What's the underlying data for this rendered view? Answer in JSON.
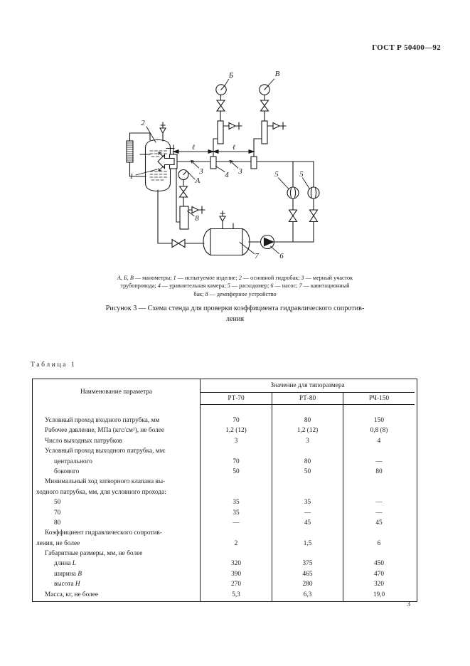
{
  "page": {
    "header": "ГОСТ Р 50400—92",
    "number": "3"
  },
  "figure": {
    "title1": "Рисунок 3 — Схема стенда для проверки коэффициента гидравлического сопротив-",
    "title2": "ления",
    "caption": {
      "lines": [
        [
          {
            "i": true,
            "t": "А, Б, В"
          },
          {
            "t": " — манометры; "
          },
          {
            "i": true,
            "t": "1"
          },
          {
            "t": " — испытуемое изделие; "
          },
          {
            "i": true,
            "t": "2"
          },
          {
            "t": " — основной гидробак; "
          },
          {
            "i": true,
            "t": "3"
          },
          {
            "t": " — мерный участок"
          }
        ],
        [
          {
            "t": "трубопровода; "
          },
          {
            "i": true,
            "t": "4"
          },
          {
            "t": " — уравнительная камера; "
          },
          {
            "i": true,
            "t": "5"
          },
          {
            "t": " — расходомер; "
          },
          {
            "i": true,
            "t": "6"
          },
          {
            "t": " — насос; "
          },
          {
            "i": true,
            "t": "7"
          },
          {
            "t": " — кавитационный"
          }
        ],
        [
          {
            "t": "бак; "
          },
          {
            "i": true,
            "t": "8"
          },
          {
            "t": " — демпферное устройство"
          }
        ]
      ]
    }
  },
  "diagram": {
    "labels": {
      "l1": "1",
      "l2": "2",
      "l3a": "3",
      "l3b": "3",
      "l4": "4",
      "l5a": "5",
      "l5b": "5",
      "l6": "6",
      "l7": "7",
      "l8": "8",
      "la": "А",
      "lb": "Б",
      "lv": "В",
      "dim1": "ℓ",
      "dim2": "ℓ"
    }
  },
  "table": {
    "label": "Таблица 1",
    "col1_header": "Наименование параметра",
    "group_header": "Значение для типоразмера",
    "size_headers": [
      "РТ-70",
      "РТ-80",
      "РЧ-150"
    ],
    "rows": [
      {
        "text": "Условный проход входного патрубка, мм",
        "indent": 1,
        "values": [
          "70",
          "80",
          "150"
        ]
      },
      {
        "text": "Рабочее давление, МПа (кгс/см²), не более",
        "indent": 1,
        "values": [
          "1,2 (12)",
          "1,2 (12)",
          "0,8 (8)"
        ]
      },
      {
        "text": "Число выходных патрубков",
        "indent": 1,
        "values": [
          "3",
          "3",
          "4"
        ]
      },
      {
        "text": "Условный проход выходного патрубка, мм:",
        "indent": 1,
        "values": [
          "",
          "",
          ""
        ]
      },
      {
        "text": "центрального",
        "indent": 2,
        "values": [
          "70",
          "80",
          "—"
        ]
      },
      {
        "text": "бокового",
        "indent": 2,
        "values": [
          "50",
          "50",
          "80"
        ]
      },
      {
        "text": "Минимальный ход затворного клапана вы-",
        "indent": 1,
        "values": [
          "",
          "",
          ""
        ]
      },
      {
        "text": "ходного патрубка, мм, для условного прохода:",
        "indent": 0,
        "values": [
          "",
          "",
          ""
        ]
      },
      {
        "text": "50",
        "indent": 2,
        "values": [
          "35",
          "35",
          "—"
        ]
      },
      {
        "text": "70",
        "indent": 2,
        "values": [
          "35",
          "—",
          "—"
        ]
      },
      {
        "text": "80",
        "indent": 2,
        "values": [
          "—",
          "45",
          "45"
        ]
      },
      {
        "text": "Коэффициент гидравлического сопротив-",
        "indent": 1,
        "values": [
          "",
          "",
          ""
        ]
      },
      {
        "text": "ления, не более",
        "indent": 0,
        "values": [
          "2",
          "1,5",
          "6"
        ]
      },
      {
        "text": "Габаритные размеры, мм, не более",
        "indent": 1,
        "values": [
          "",
          "",
          ""
        ]
      },
      {
        "text": "длина ",
        "em": "L",
        "indent": 2,
        "values": [
          "320",
          "375",
          "450"
        ]
      },
      {
        "text": "ширина ",
        "em": "B",
        "indent": 2,
        "values": [
          "390",
          "465",
          "470"
        ]
      },
      {
        "text": "высота ",
        "em": "H",
        "indent": 2,
        "values": [
          "270",
          "280",
          "320"
        ]
      },
      {
        "text": "Масса, кг, не более",
        "indent": 1,
        "values": [
          "5,3",
          "6,3",
          "19,0"
        ]
      }
    ]
  }
}
